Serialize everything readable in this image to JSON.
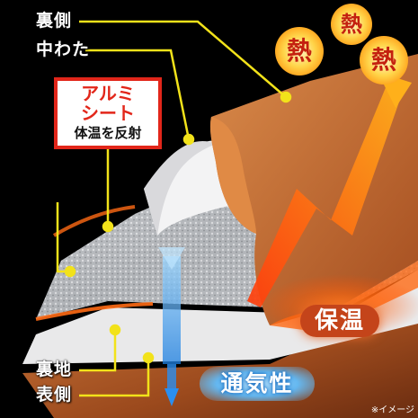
{
  "labels": {
    "ura_gawa": "裏側",
    "naka_wata": "中わた",
    "ura_ji": "裏地",
    "omote_gawa": "表側"
  },
  "alumi_box": {
    "title_line1": "アルミ",
    "title_line2": "シート",
    "subtitle": "体温を反射"
  },
  "heat_marks": [
    "熱",
    "熱",
    "熱"
  ],
  "badges": {
    "hoon": "保温",
    "tsukisei": "通気性"
  },
  "note": "※イメージ",
  "colors": {
    "leader_line": "#f2e21a",
    "accent_red": "#e2261a",
    "fabric_brown": "#b8612a",
    "heat_orange": "#ff6a14",
    "airflow_blue": "#3a9fea"
  }
}
